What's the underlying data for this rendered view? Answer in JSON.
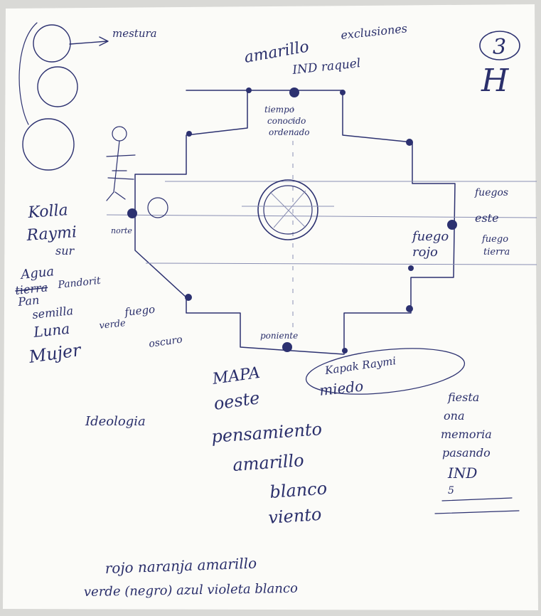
{
  "page_number": "3",
  "corner_mark": "H",
  "top_left": {
    "label": "mestura"
  },
  "top": {
    "line1": "amarillo",
    "line2": "exclusiones",
    "sub": "IND raquel"
  },
  "upper_notes": [
    "tiempo",
    "conocido",
    "ordenado"
  ],
  "left": {
    "line1": "Kolla",
    "line2": "Raymi",
    "line3": "sur"
  },
  "left_small": "norte",
  "right_top": "fuegos",
  "right": {
    "line1": "este",
    "line2": "fuego",
    "line3": "rojo"
  },
  "right_side": [
    "fuego",
    "tierra"
  ],
  "left_list": [
    "Agua",
    "tierra",
    "Pan",
    "Pandorit",
    "semilla",
    "fuego",
    "Luna",
    "verde",
    "Mujer",
    "oscuro"
  ],
  "bottom_small": "poniente",
  "bottom_circled": "Kapak Raymi",
  "center_lines": [
    "MAPA",
    "oeste",
    "miedo"
  ],
  "center_list": [
    "pensamiento",
    "amarillo",
    "blanco",
    "viento"
  ],
  "left_word": "Ideologia",
  "right_notes": [
    "fiesta",
    "ona",
    "memoria",
    "pasando",
    "IND",
    "5"
  ],
  "footer_line1": "rojo naranja amarillo",
  "footer_line2": "verde (negro) azul violeta blanco"
}
